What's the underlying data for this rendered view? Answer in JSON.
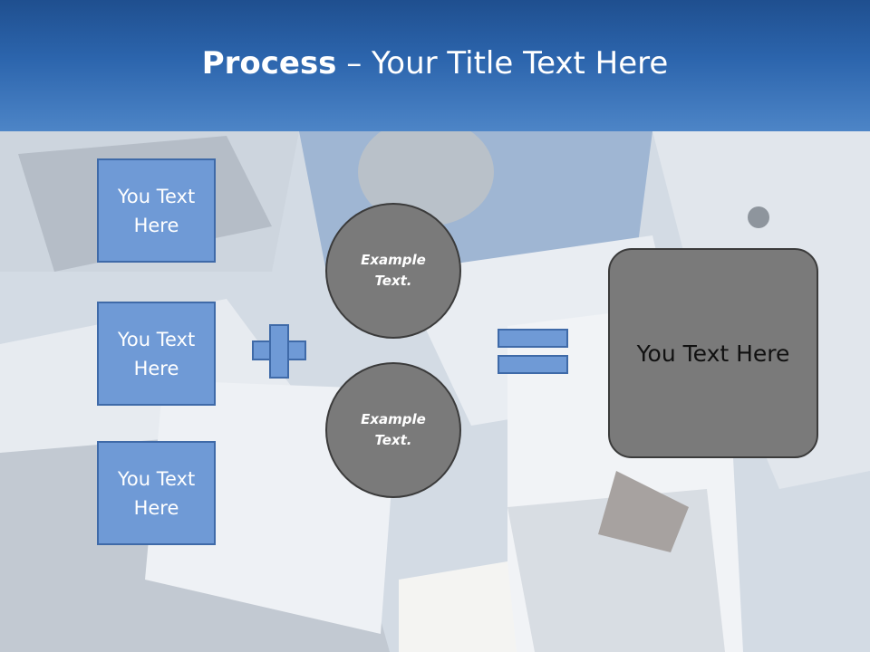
{
  "header": {
    "title_bold": "Process",
    "title_rest": " – Your Title Text Here"
  },
  "left_boxes": [
    {
      "line1": "You Text",
      "line2": "Here"
    },
    {
      "line1": "You Text",
      "line2": "Here"
    },
    {
      "line1": "You Text",
      "line2": "Here"
    }
  ],
  "circles": [
    {
      "line1": "Example",
      "line2": "Text."
    },
    {
      "line1": "Example",
      "line2": "Text."
    }
  ],
  "result": {
    "label": "You Text Here"
  },
  "operators": {
    "plus": "plus-icon",
    "equals": "equals-icon"
  },
  "colors": {
    "header": "#2c65ad",
    "box": "#6f9ad6",
    "circle": "#7a7a7a"
  }
}
